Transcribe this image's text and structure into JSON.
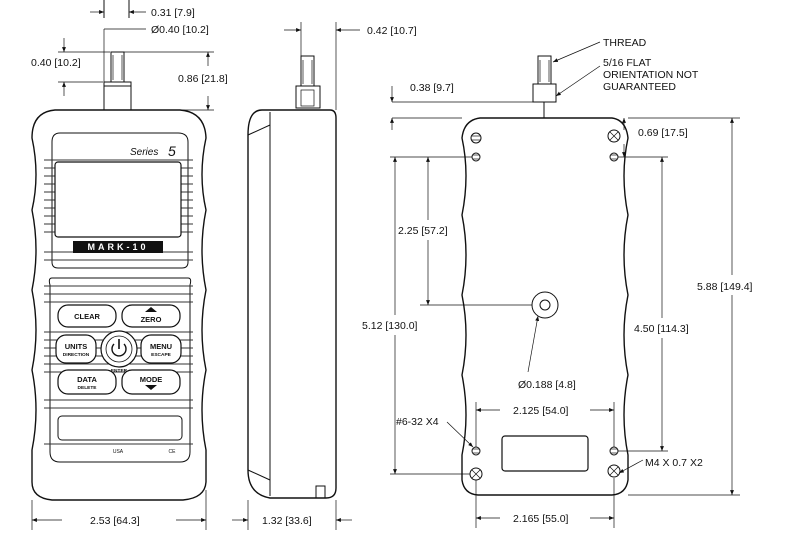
{
  "front_view": {
    "series_label": "Series",
    "series_number": "5",
    "brand_logo": "MARK-10",
    "buttons": {
      "clear": "CLEAR",
      "zero": "ZERO",
      "units": "UNITS",
      "units_sub": "DIRECTION",
      "menu": "MENU",
      "menu_sub": "ESCAPE",
      "enter_sub": "ENTER",
      "data": "DATA",
      "data_sub": "DELETE",
      "mode": "MODE"
    },
    "footer_usa": "USA",
    "footer_ce": "CE",
    "dims": {
      "shaft_width": "0.31 [7.9]",
      "shaft_diameter": "Ø0.40 [10.2]",
      "collar_height": "0.40 [10.2]",
      "shaft_length": "0.86 [21.8]",
      "overall_width": "2.53 [64.3]"
    }
  },
  "side_view": {
    "dims": {
      "shaft_offset": "0.42 [10.7]",
      "depth": "1.32 [33.6]"
    }
  },
  "back_view": {
    "callouts": {
      "thread": "THREAD",
      "flat_line1": "5/16 FLAT",
      "flat_line2": "ORIENTATION NOT",
      "flat_line3": "GUARANTEED",
      "screws": "#6-32 X4",
      "metric_screws": "M4 X 0.7 X2"
    },
    "dims": {
      "thread_height": "0.38 [9.7]",
      "top_hole_offset": "0.69 [17.5]",
      "center_hole_height": "2.25 [57.2]",
      "hole_span_height": "5.12 [130.0]",
      "center_hole_diameter": "Ø0.188 [4.8]",
      "right_hole_span": "4.50 [114.3]",
      "overall_height": "5.88 [149.4]",
      "inner_hole_width": "2.125 [54.0]",
      "outer_hole_width": "2.165 [55.0]"
    }
  }
}
